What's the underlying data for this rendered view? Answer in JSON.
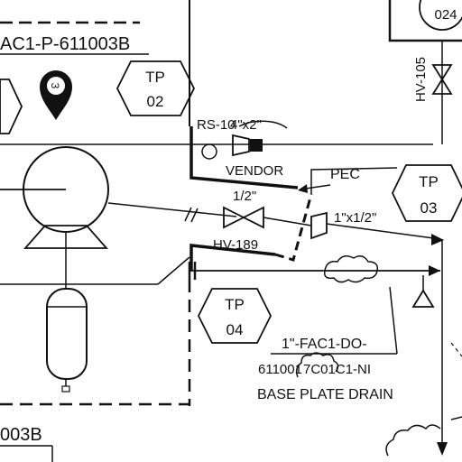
{
  "drawing": {
    "line_tag_top": "AC1-P-611003B",
    "line_tag_bottom": "003B",
    "rs_label": "RS-10",
    "reducer_label": "4\"x2\"",
    "vendor_label": "VENDOR",
    "pec_label": "PEC",
    "valve_size": "1/2\"",
    "reducer_small": "1\"x1/2\"",
    "valve_tag": "HV-189",
    "valve_tag_vertical": "HV-105",
    "circle_tag": "024",
    "marker_number": "3",
    "drain_line_1": "1\"-FAC1-DO-",
    "drain_line_2": "611001",
    "drain_line_3": "7C01C1-NI",
    "drain_title": "BASE PLATE DRAIN",
    "test_points": [
      {
        "line1": "TP",
        "line2": "02"
      },
      {
        "line1": "TP",
        "line2": "03"
      },
      {
        "line1": "TP",
        "line2": "04"
      }
    ]
  }
}
